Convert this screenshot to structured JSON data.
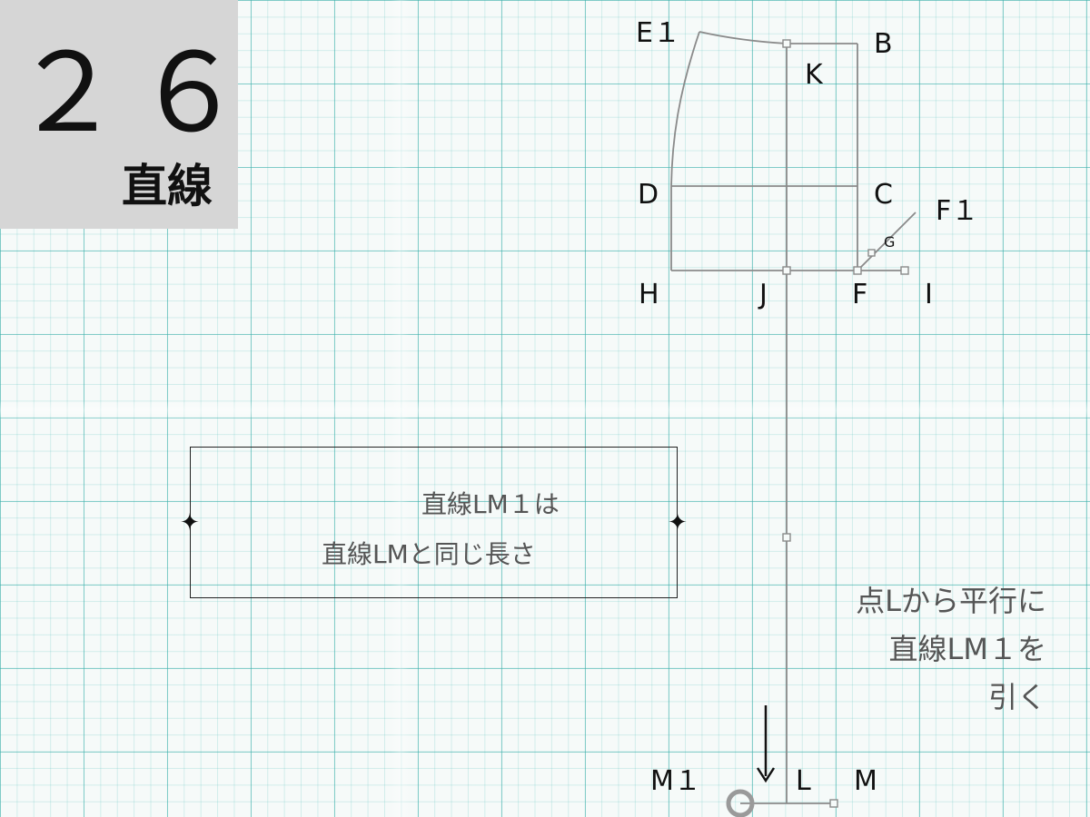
{
  "step": {
    "number": "２６",
    "title": "直線"
  },
  "points": {
    "E1": "E１",
    "B": "B",
    "K": "K",
    "D": "D",
    "C": "C",
    "F1": "F１",
    "G": "G",
    "H": "H",
    "J": "J",
    "F": "F",
    "I": "I",
    "M1": "M１",
    "L": "L",
    "M": "M"
  },
  "note": {
    "line1": "直線LM１は",
    "line2": "直線LMと同じ長さ"
  },
  "instruction": {
    "line1": "点Lから平行に",
    "line2": "直線LM１を",
    "line3": "引く"
  },
  "colors": {
    "grid": "#3cafaa",
    "pattern_line": "#8a8a8a",
    "badge_bg": "#d6d6d6",
    "text": "#111111",
    "note_text": "#555555"
  },
  "icons": {
    "note_corner_marker": "four-point-star",
    "arrow": "down-arrow",
    "point_marker": "circle"
  }
}
